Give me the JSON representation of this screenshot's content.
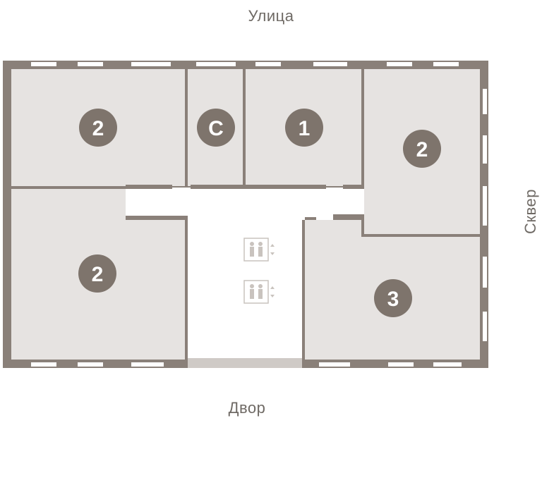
{
  "labels": {
    "street": "Улица",
    "courtyard": "Двор",
    "square": "Сквер"
  },
  "colors": {
    "wall": "#8a8079",
    "room_fill": "#e6e3e1",
    "badge": "#7e746c",
    "window": "#ffffff",
    "elevator_icon": "#c9c3be"
  },
  "units": [
    {
      "id": "top-left",
      "label": "2"
    },
    {
      "id": "storage",
      "label": "С"
    },
    {
      "id": "top-middle",
      "label": "1"
    },
    {
      "id": "top-right",
      "label": "2"
    },
    {
      "id": "bottom-left",
      "label": "2"
    },
    {
      "id": "bottom-right",
      "label": "3"
    }
  ],
  "elevators": [
    {
      "id": "elevator-1",
      "icon": "elevator-icon"
    },
    {
      "id": "elevator-2",
      "icon": "elevator-icon"
    }
  ]
}
